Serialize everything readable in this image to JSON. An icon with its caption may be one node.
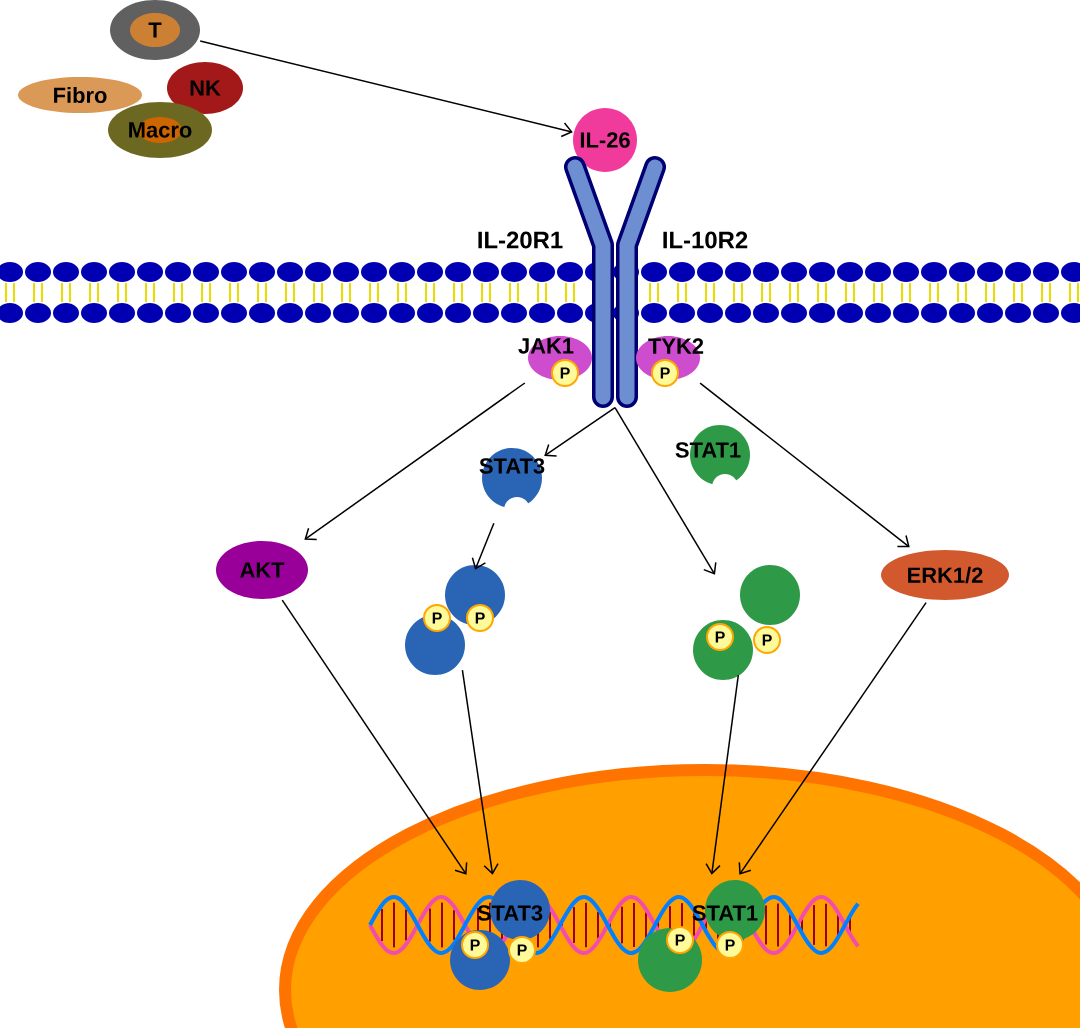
{
  "diagram": {
    "nodes": [
      {
        "text": [
          "T"
        ]
      },
      {
        "text": [
          "Fibro"
        ]
      },
      {
        "text": [
          "NK"
        ]
      },
      {
        "text": [
          "Macro"
        ]
      },
      {
        "text": [
          "IL-26"
        ]
      },
      {
        "text": [],
        "shape": "picture"
      },
      {
        "text": [
          "JAK1",
          "P"
        ]
      },
      {
        "text": [
          "TYK2",
          "P"
        ]
      },
      {
        "text": [
          "STAT3"
        ]
      },
      {
        "text": [
          "STAT1"
        ]
      },
      {
        "text": [
          "AKT"
        ]
      },
      {
        "text": [
          "P",
          "P"
        ]
      },
      {
        "text": [
          "P",
          "P"
        ]
      },
      {
        "text": [
          "ERK1/2"
        ]
      },
      {
        "text": [],
        "shape": "circle"
      },
      {
        "text": [
          "STAT3",
          "P",
          "P"
        ],
        "in": 14
      },
      {
        "text": [
          "STAT1",
          "P",
          "P"
        ],
        "in": 14
      }
    ],
    "edges": [
      {
        "from": 0,
        "to": 4,
        "arrow": "to"
      },
      {
        "from": 6,
        "to": 10,
        "arrow": "to"
      },
      {
        "from": 5,
        "to": 8,
        "arrow": "to"
      },
      {
        "from": 8,
        "to": 11,
        "arrow": "to"
      },
      {
        "from": 5,
        "to": 12,
        "arrow": "to"
      },
      {
        "from": 7,
        "to": 13,
        "arrow": "to"
      },
      {
        "from": 10,
        "to": 15,
        "arrow": "to"
      },
      {
        "from": 11,
        "to": 15,
        "arrow": "to"
      },
      {
        "from": 12,
        "to": 16,
        "arrow": "to"
      },
      {
        "from": 13,
        "to": 16,
        "arrow": "to"
      }
    ],
    "labels": [
      "IL-20R1",
      "IL-10R2"
    ]
  }
}
